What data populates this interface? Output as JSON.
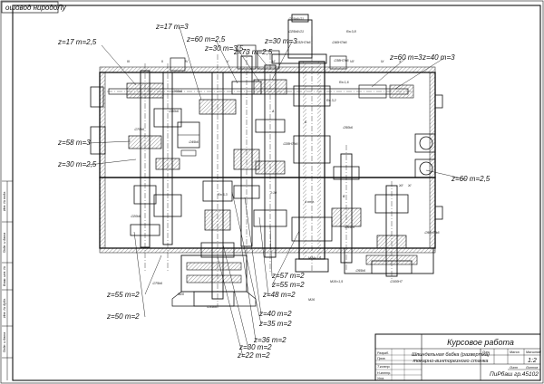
{
  "sheet": {
    "stamp_tab": "ошовод ниродоЛу",
    "side_labels": [
      "Инв. № подл.",
      "Подп. и дата",
      "Взам. инв. №",
      "Инв. № дубл.",
      "Подп. и дата"
    ]
  },
  "title_block": {
    "course_title": "Курсовое работа",
    "description_line1": "Шпиндельная бабка (развертка)",
    "description_line2": "токарно-винторезного станка",
    "designation": "ПиРбаш гр.45102",
    "sheet_label": "1:2",
    "header_cells": [
      "Лит.",
      "Масса",
      "Масштаб"
    ],
    "sheet_cells": [
      "Лист",
      "Листов"
    ],
    "role_rows": [
      "Разраб.",
      "Пров.",
      "Т.контр.",
      "Н.контр.",
      "Утв."
    ]
  },
  "callouts": {
    "left": [
      "z=17 m=2,5",
      "z=58 m=3",
      "z=30 m=2,5",
      "z=55 m=2",
      "z=50 m=2"
    ],
    "top": [
      "z=17 m=3",
      "z=60 m=2,5",
      "z=30 m=3,5",
      "z=73 m=2,5",
      "z=30 m=3",
      "z=60 m=3",
      "z=40 m=3"
    ],
    "right": [
      "z=60 m=2,5"
    ],
    "bottom": [
      "z=57 m=2",
      "z=55 m=2",
      "z=48 m=2",
      "z=40 m=2",
      "z=35 m=2",
      "z=36 m=2",
      "z=30 m=2",
      "z=22 m=2"
    ]
  },
  "section_marks": [
    "III",
    "II",
    "IV",
    "V",
    "VI",
    "VII",
    "IX",
    "X",
    "XI",
    "XII"
  ],
  "dimension_notes": [
    "∅15k6/∅1",
    "∅25k6/∅1",
    "∅32H7/k6",
    "∅40H7/k6",
    "∅38H7/k6",
    "∅60k6",
    "∅80k6",
    "∅70k6",
    "∅50k6",
    "∅45k6",
    "∅28H7/k6",
    "∅20k6",
    "∅65k6",
    "∅90H7/k6",
    "∅55k6",
    "∅100H7",
    "∅75k6",
    "∅35k6"
  ],
  "small_notes": [
    "Ra 0,8",
    "Ra 1,6",
    "Ra 3,2",
    "Ra 6,3",
    "A",
    "Б",
    "В",
    "1:10",
    "4 отв.",
    "M10×1,5",
    "M16",
    "M20",
    "M24×1,5"
  ]
}
